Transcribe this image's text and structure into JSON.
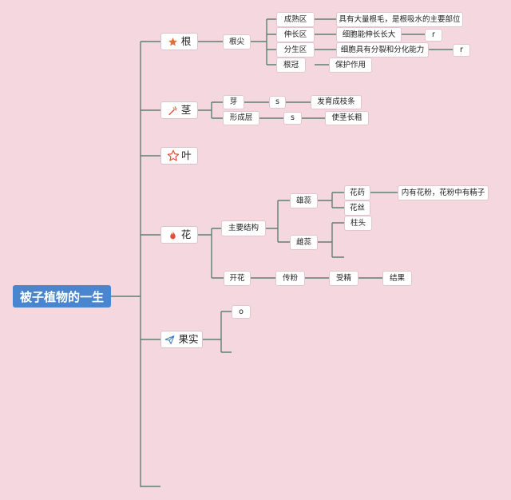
{
  "root": "被子植物的一生",
  "branches": {
    "root_organ": {
      "label": "根",
      "icon": "star-icon",
      "child": "根尖",
      "zones": [
        {
          "name": "成熟区",
          "desc": "具有大量根毛，是根吸水的主要部位"
        },
        {
          "name": "伸长区",
          "desc": "细胞能伸长长大",
          "extra": "r"
        },
        {
          "name": "分生区",
          "desc": "细胞具有分裂和分化能力",
          "extra": "r"
        },
        {
          "name": "根冠",
          "desc": "保护作用"
        }
      ]
    },
    "stem": {
      "label": "茎",
      "icon": "magic-wand-icon",
      "rows": [
        {
          "part": "芽",
          "mid": "s",
          "desc": "发育成枝条"
        },
        {
          "part": "形成层",
          "mid": "s",
          "desc": "使茎长粗"
        }
      ]
    },
    "leaf": {
      "label": "叶",
      "icon": "star-outline-icon"
    },
    "flower": {
      "label": "花",
      "icon": "flame-icon",
      "main_structure": {
        "label": "主要结构",
        "stamen": {
          "label": "雄蕊",
          "parts": [
            {
              "name": "花药",
              "desc": "内有花粉，花粉中有精子"
            },
            {
              "name": "花丝"
            }
          ]
        },
        "pistil": {
          "label": "雌蕊",
          "parts": [
            {
              "name": "柱头"
            }
          ]
        }
      },
      "process": [
        "开花",
        "传粉",
        "受精",
        "结果"
      ]
    },
    "fruit": {
      "label": "果实",
      "icon": "paper-plane-icon",
      "child": "o"
    }
  },
  "colors": {
    "background": "#f5d7e0",
    "root_fill": "#4a86cf",
    "line": "#5e7f73",
    "icon_red": "#e0503c",
    "icon_orange": "#e2703a",
    "icon_blue": "#3d78bd"
  }
}
